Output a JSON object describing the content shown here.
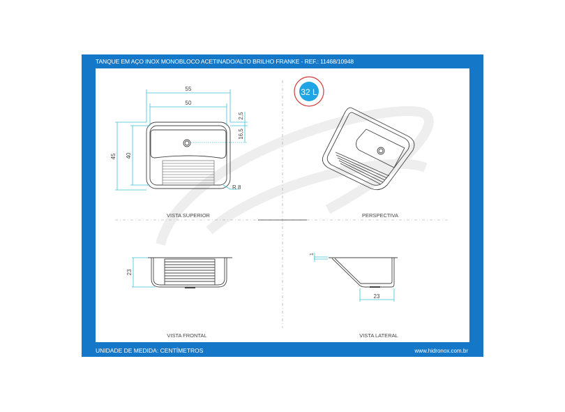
{
  "header": {
    "title": "TANQUE EM AÇO INOX MONOBLOCO ACETINADO/ALTO BRILHO  FRANKE - REF.: 11468/10948"
  },
  "footer": {
    "unit": "UNIDADE DE MEDIDA: CENTÍMETROS",
    "website": "www.hidronox.com.br"
  },
  "badge": {
    "capacity": "32 L"
  },
  "colors": {
    "frame": "#1577c8",
    "dimension": "#3fc0d8",
    "badge": "#1fa5e6",
    "badge_ring": "#d23a3a"
  },
  "views": {
    "top": {
      "label": "VISTA SUPERIOR",
      "dim_outer_width": "55",
      "dim_inner_width": "50",
      "dim_outer_depth": "45",
      "dim_inner_depth": "40",
      "dim_edge": "2,5",
      "dim_drain": "16,5",
      "dim_radius": "R 8"
    },
    "perspective": {
      "label": "PERSPECTIVA"
    },
    "front": {
      "label": "VISTA FRONTAL",
      "dim_height": "23"
    },
    "side": {
      "label": "VISTA LATERAL",
      "dim_flange": "1",
      "dim_bottom": "23"
    }
  }
}
